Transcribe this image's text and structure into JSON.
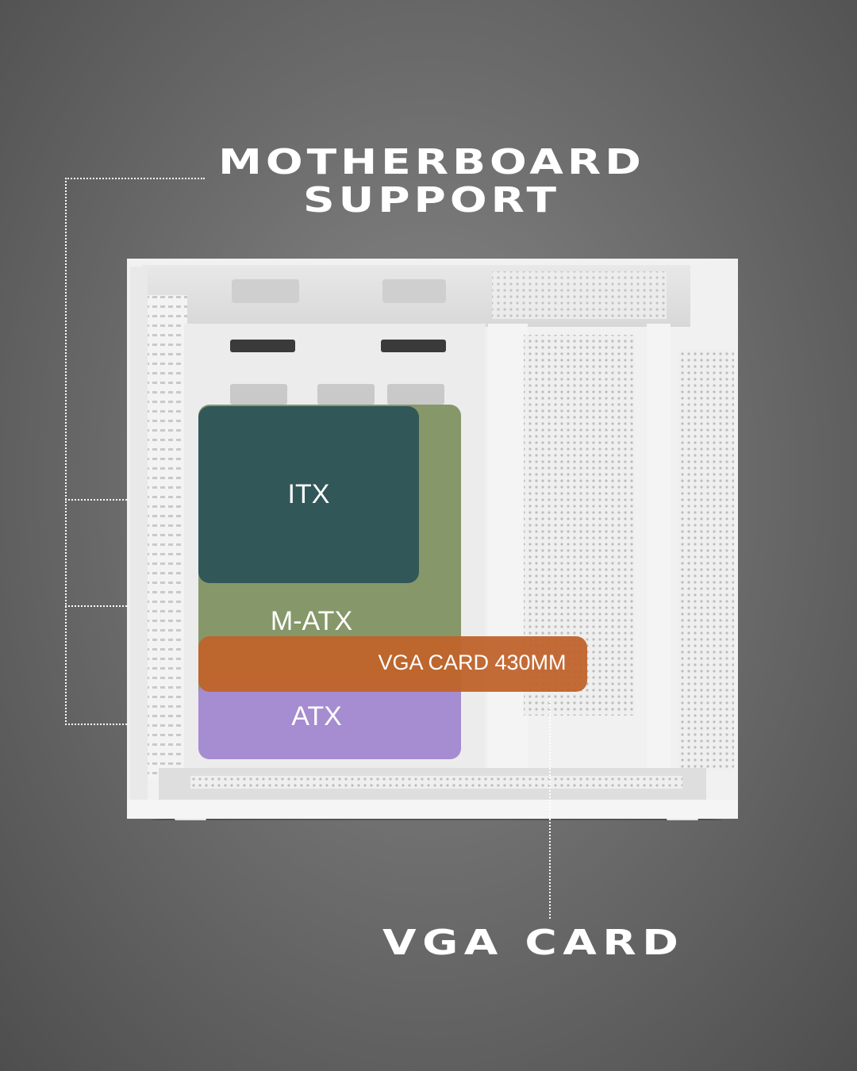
{
  "headline": {
    "line1": "MOTHERBOARD",
    "line2": "SUPPORT"
  },
  "vga_title": "VGA  CARD",
  "zones": {
    "itx": {
      "label": "ITX",
      "color": "#2f5458"
    },
    "matx": {
      "label": "M-ATX",
      "color": "#7b8f5c"
    },
    "vga": {
      "label": "VGA CARD 430MM",
      "color": "#c0632b"
    },
    "atx": {
      "label": "ATX",
      "color": "#a88bd6"
    }
  },
  "colors": {
    "case_white": "#f2f2f2",
    "case_shadow": "#d0d0d0"
  }
}
